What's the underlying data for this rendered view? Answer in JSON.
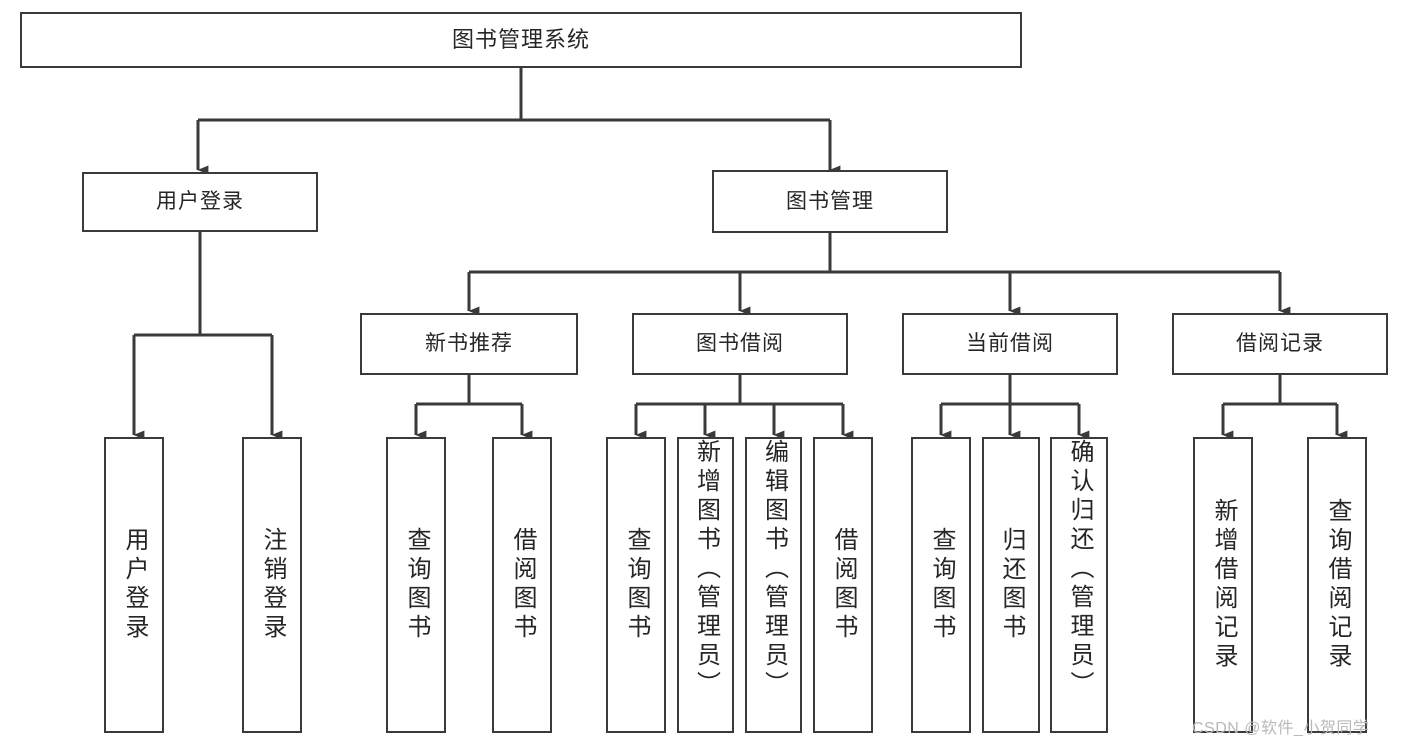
{
  "diagram": {
    "title": "图书管理系统",
    "type": "tree-hierarchy-chart",
    "line_color": "#3a3a3a",
    "text_color": "#262626",
    "background": "#ffffff",
    "root": {
      "label": "图书管理系统"
    },
    "level2": [
      {
        "label": "用户登录"
      },
      {
        "label": "图书管理"
      }
    ],
    "level3": [
      {
        "label": "新书推荐"
      },
      {
        "label": "图书借阅"
      },
      {
        "label": "当前借阅"
      },
      {
        "label": "借阅记录"
      }
    ],
    "leaves": [
      {
        "label": "用户登录",
        "parent": "用户登录"
      },
      {
        "label": "注销登录",
        "parent": "用户登录"
      },
      {
        "label": "查询图书",
        "parent": "新书推荐"
      },
      {
        "label": "借阅图书",
        "parent": "新书推荐"
      },
      {
        "label": "查询图书",
        "parent": "图书借阅"
      },
      {
        "label": "新增图书（管理员）",
        "parent": "图书借阅"
      },
      {
        "label": "编辑图书（管理员）",
        "parent": "图书借阅"
      },
      {
        "label": "借阅图书",
        "parent": "图书借阅"
      },
      {
        "label": "查询图书",
        "parent": "当前借阅"
      },
      {
        "label": "归还图书",
        "parent": "当前借阅"
      },
      {
        "label": "确认归还（管理员）",
        "parent": "当前借阅"
      },
      {
        "label": "新增借阅记录",
        "parent": "借阅记录"
      },
      {
        "label": "查询借阅记录",
        "parent": "借阅记录"
      }
    ]
  },
  "watermark": {
    "text": "CSDN @软件_小贺同学"
  }
}
